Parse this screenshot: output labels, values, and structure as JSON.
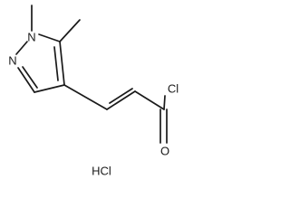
{
  "structure": {
    "atoms": {
      "n1": "N",
      "n2": "N",
      "cl": "Cl",
      "o": "O"
    },
    "salt_label": "HCl"
  }
}
